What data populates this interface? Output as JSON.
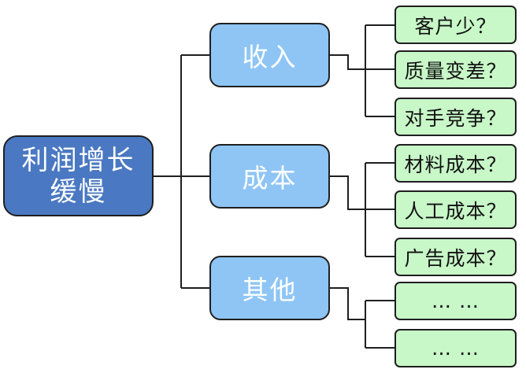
{
  "root": {
    "label": "利润增长缓慢"
  },
  "branches": [
    {
      "label": "收入",
      "children": [
        "客户少？",
        "质量变差？",
        "对手竞争？"
      ]
    },
    {
      "label": "成本",
      "children": [
        "材料成本？",
        "人工成本？",
        "广告成本？"
      ]
    },
    {
      "label": "其他",
      "children": [
        "… …",
        "… …"
      ]
    }
  ],
  "colors": {
    "root_fill": "#4a78c2",
    "branch_fill": "#8ec5f5",
    "leaf_fill": "#c8f7c8",
    "connector": "#1f1f1f"
  }
}
